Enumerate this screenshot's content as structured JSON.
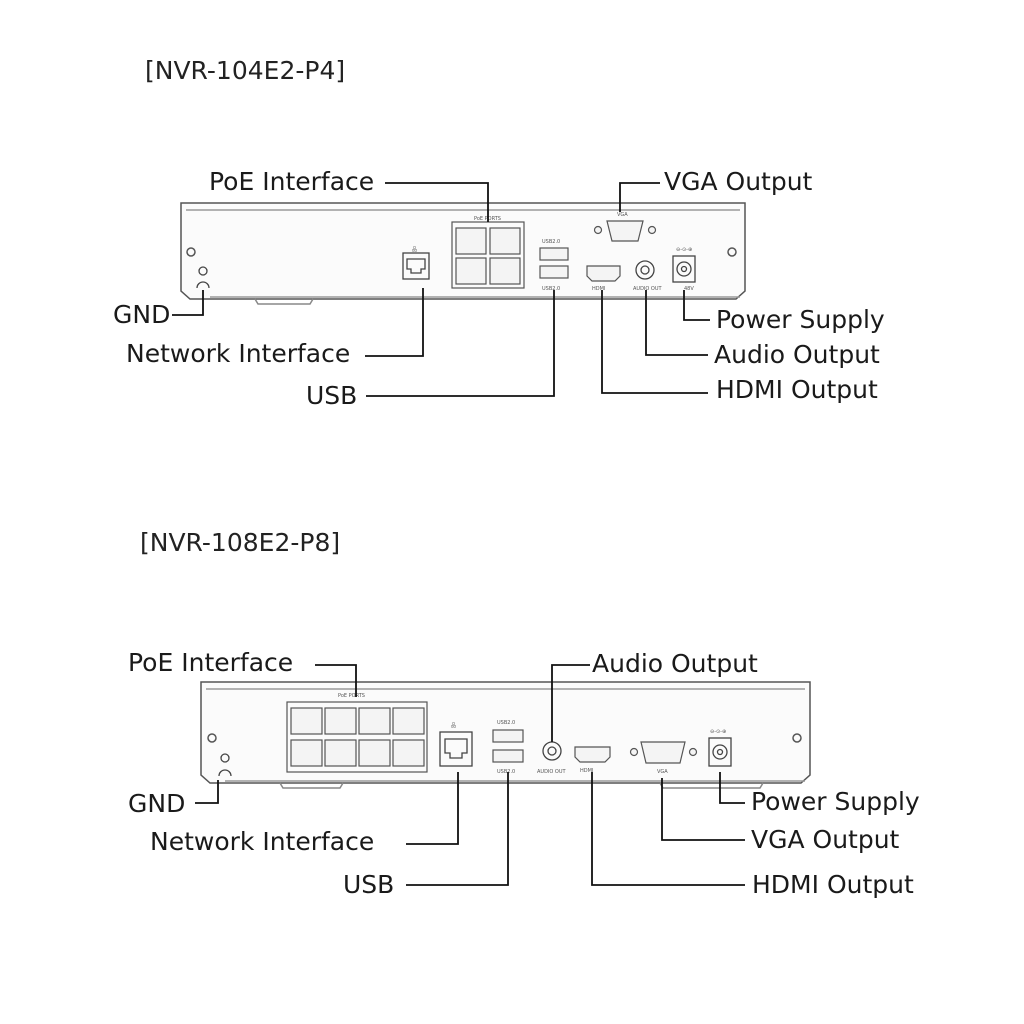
{
  "diagrams": [
    {
      "model": "[NVR-104E2-P4]",
      "labels": {
        "poe": "PoE Interface",
        "vga": "VGA Output",
        "gnd": "GND",
        "network": "Network Interface",
        "usb": "USB",
        "power": "Power Supply",
        "audio": "Audio Output",
        "hdmi": "HDMI Output"
      },
      "panel_marks": {
        "poe_ports": "PoE PORTS",
        "vga": "VGA",
        "usb_top": "USB2.0",
        "usb_bottom": "USB2.0",
        "hdmi": "HDMI",
        "audio_out": "AUDIO OUT",
        "dc": "48V"
      }
    },
    {
      "model": "[NVR-108E2-P8]",
      "labels": {
        "poe": "PoE Interface",
        "audio": "Audio Output",
        "gnd": "GND",
        "network": "Network Interface",
        "usb": "USB",
        "power": "Power Supply",
        "vga": "VGA Output",
        "hdmi": "HDMI Output"
      },
      "panel_marks": {
        "poe_ports": "PoE PORTS",
        "usb_top": "USB2.0",
        "usb_bottom": "USB2.0",
        "audio_out": "AUDIO OUT",
        "hdmi": "HDMI",
        "vga": "VGA"
      }
    }
  ]
}
